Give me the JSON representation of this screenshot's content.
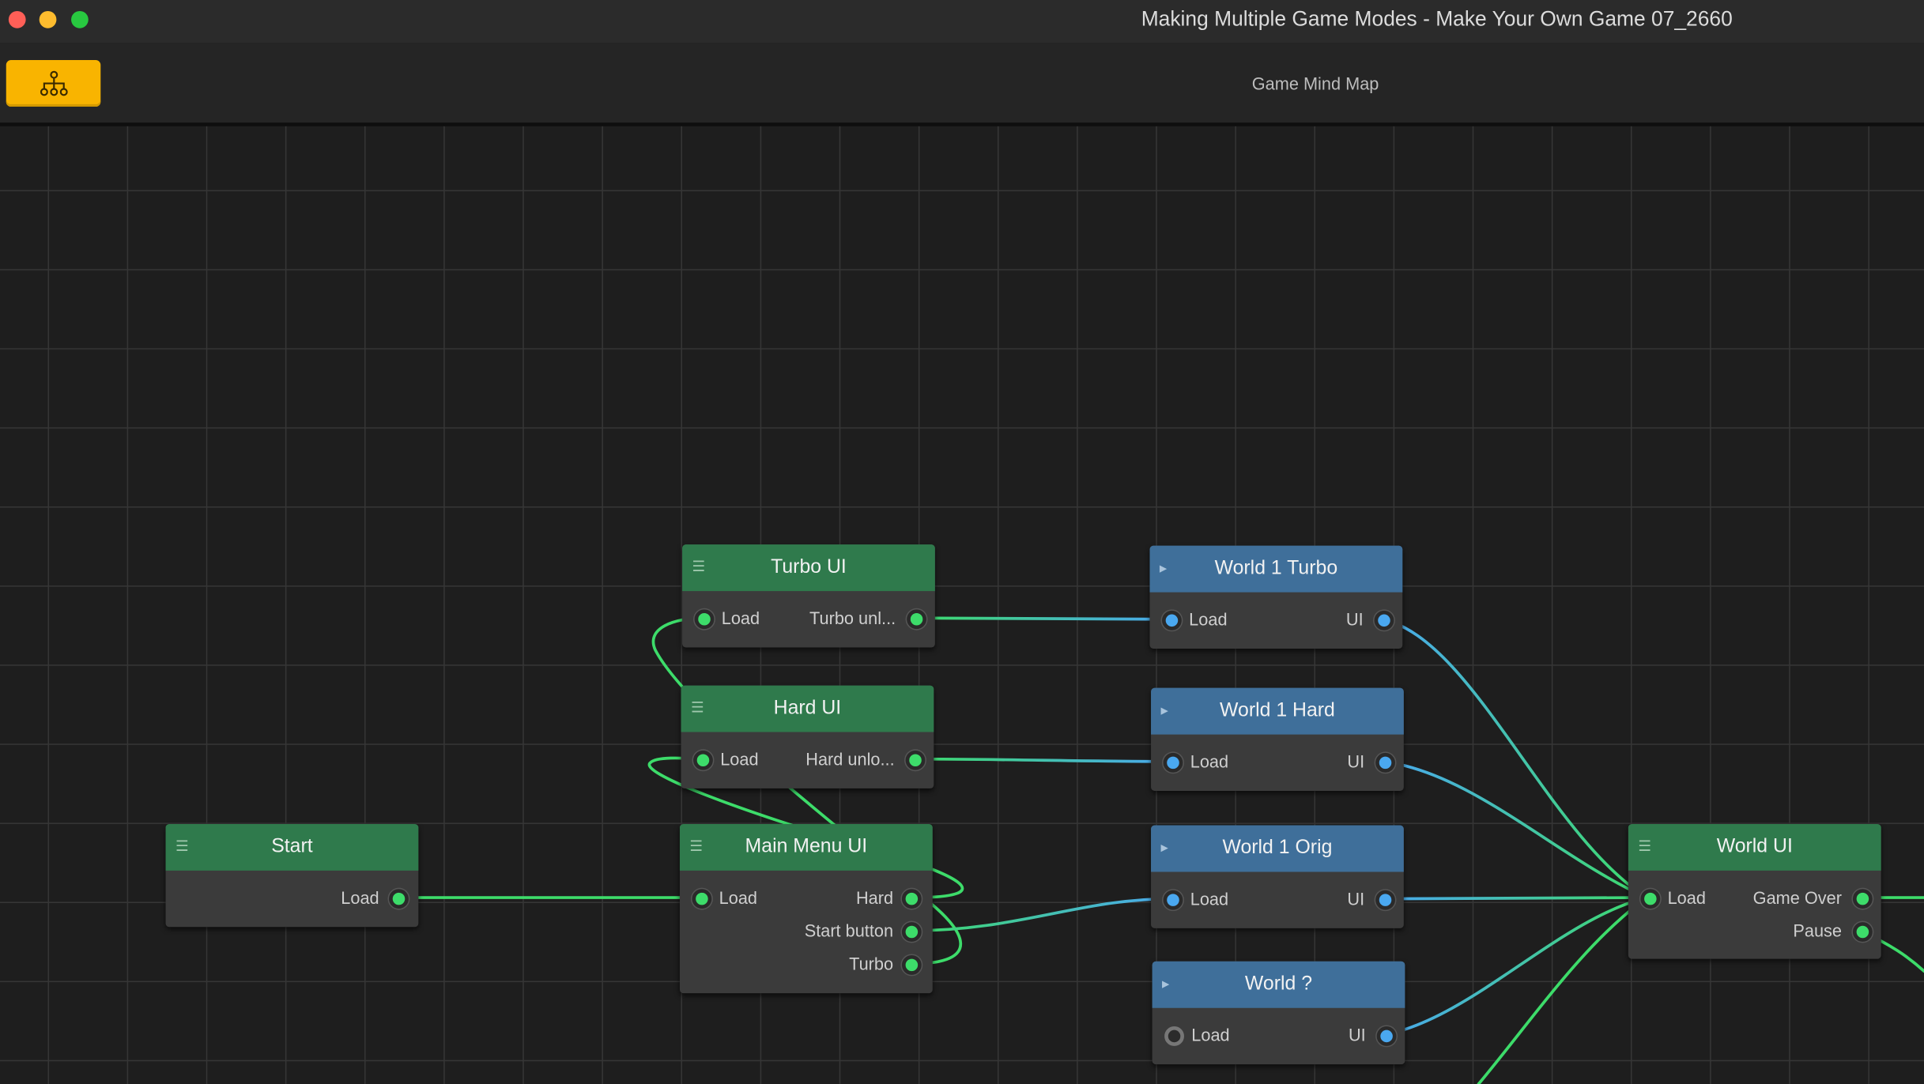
{
  "window": {
    "title": "Making Multiple Game Modes - Make Your Own Game 07_2660"
  },
  "toolbar": {
    "hierarchy_icon": "hierarchy-icon",
    "title": "Game Mind Map"
  },
  "colors": {
    "accent": "#f9b400",
    "ui_node": "#2f7a4c",
    "world_node": "#3f6f9a",
    "wire_green": "#3ddc6a",
    "wire_blue": "#4aa8f0"
  },
  "nodes": {
    "start": {
      "title": "Start",
      "ports": {
        "load_out": "Load"
      }
    },
    "turbo_ui": {
      "title": "Turbo UI",
      "ports": {
        "load": "Load",
        "out": "Turbo unl..."
      }
    },
    "hard_ui": {
      "title": "Hard UI",
      "ports": {
        "load": "Load",
        "out": "Hard unlo..."
      }
    },
    "main_menu_ui": {
      "title": "Main Menu UI",
      "ports": {
        "load": "Load",
        "hard": "Hard",
        "start_button": "Start button",
        "turbo": "Turbo"
      }
    },
    "world1_turbo": {
      "title": "World 1 Turbo",
      "ports": {
        "load": "Load",
        "ui": "UI"
      }
    },
    "world1_hard": {
      "title": "World 1 Hard",
      "ports": {
        "load": "Load",
        "ui": "UI"
      }
    },
    "world1_orig": {
      "title": "World 1 Orig",
      "ports": {
        "load": "Load",
        "ui": "UI"
      }
    },
    "world_q": {
      "title": "World ?",
      "ports": {
        "load": "Load",
        "ui": "UI"
      }
    },
    "world_ui": {
      "title": "World UI",
      "ports": {
        "load": "Load",
        "game_over": "Game Over",
        "pause": "Pause"
      }
    }
  }
}
